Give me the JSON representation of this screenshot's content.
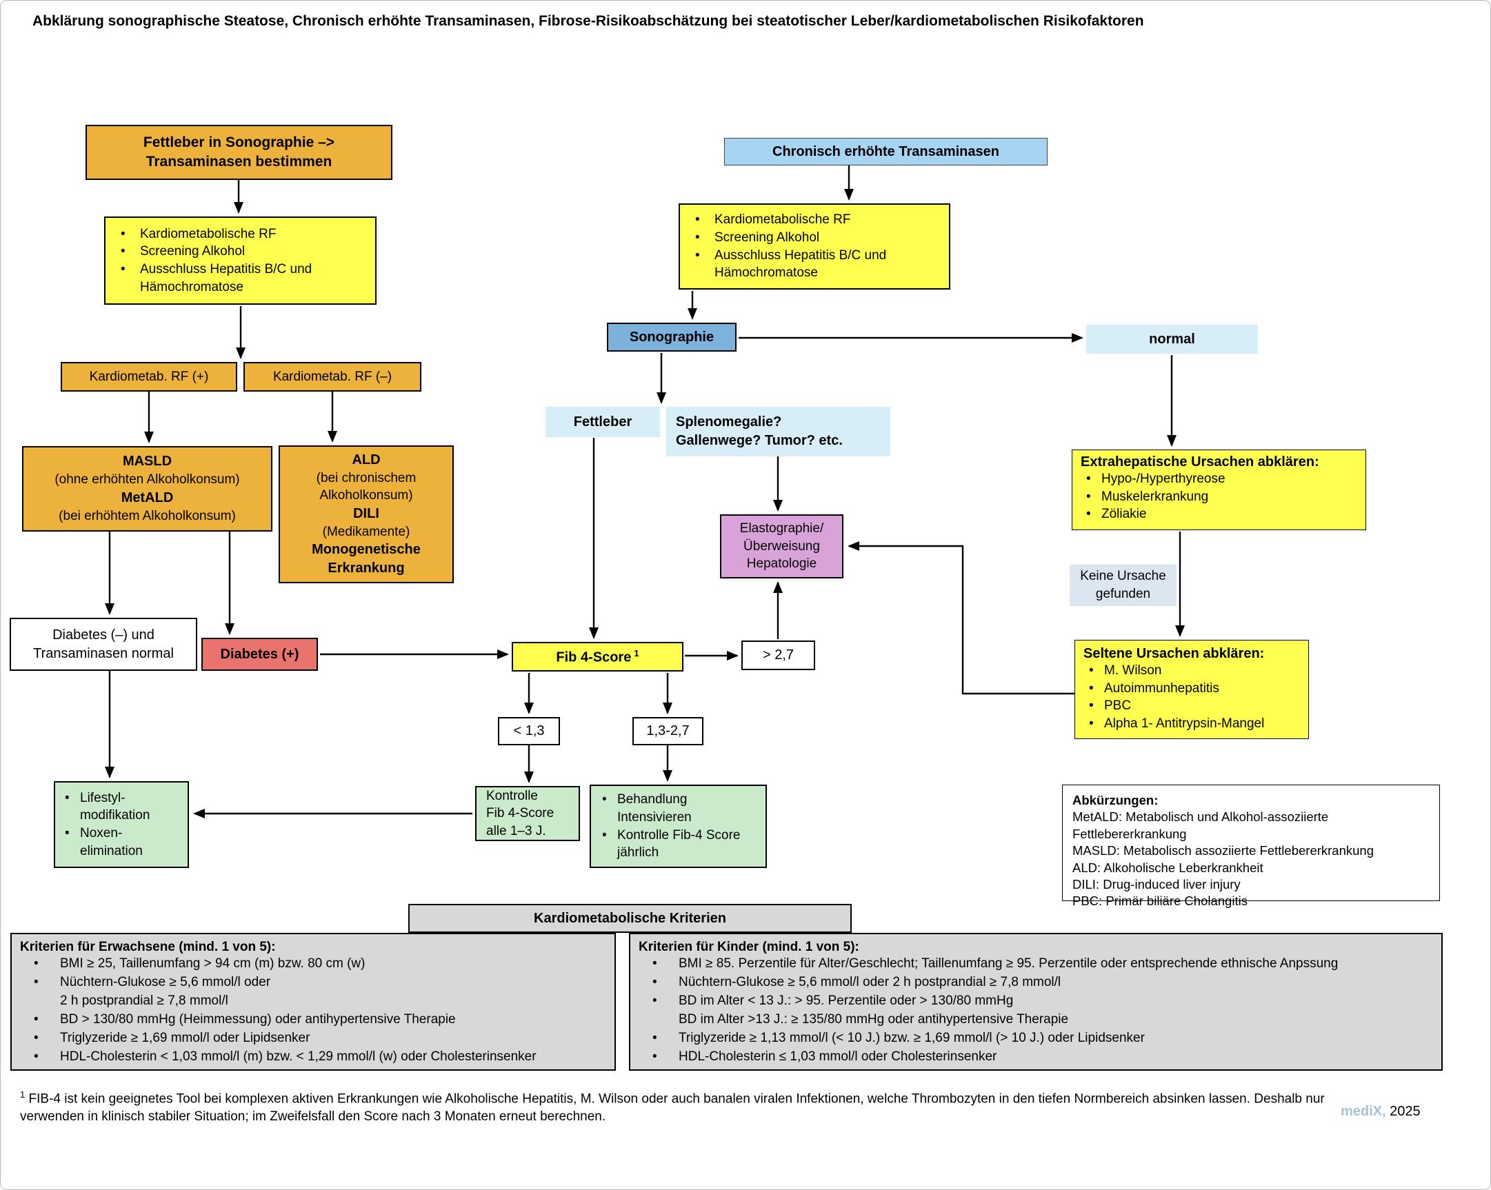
{
  "page": {
    "title": "Abklärung sonographische Steatose, Chronisch erhöhte Transaminasen, Fibrose-Risikoabschätzung bei steatotischer Leber/kardiometabolischen Risikofaktoren",
    "credit_brand": "mediX,",
    "credit_year": " 2025"
  },
  "colors": {
    "orange": "#EDB23C",
    "yellow": "#FFFF4F",
    "blue_header": "#A8D4F4",
    "blue_sono": "#7CB2DC",
    "blue_pale": "#D7EDF8",
    "blue_gray": "#DCE6F1",
    "red": "#E9746E",
    "plum": "#D9A3D9",
    "green": "#CBEACB",
    "gray": "#D8D8D8",
    "white": "#FFFFFF",
    "brand_blue": "#A5C3D3"
  },
  "nodes": {
    "fettleber_sono": {
      "line1": "Fettleber in Sonographie –>",
      "line2": "Transaminasen bestimmen"
    },
    "workup_left": {
      "bullets": [
        "Kardiometabolische RF",
        "Screening Alkohol",
        "Ausschluss Hepatitis B/C und Hämochromatose"
      ]
    },
    "rf_plus": {
      "label": "Kardiometab. RF (+)"
    },
    "rf_minus": {
      "label": "Kardiometab. RF (–)"
    },
    "masld": {
      "line1": "MASLD",
      "line2": "(ohne erhöhten Alkoholkonsum)",
      "line3": "MetALD",
      "line4": "(bei erhöhtem Alkoholkonsum)"
    },
    "ald": {
      "line1": "ALD",
      "line2": "(bei chronischem Alkoholkonsum)",
      "line3": "DILI",
      "line4": "(Medikamente)",
      "line5": "Monogenetische Erkrankung"
    },
    "diabetes_neg": {
      "line1": "Diabetes (–)  und",
      "line2": "Transaminasen normal"
    },
    "diabetes_pos": {
      "label": "Diabetes (+)"
    },
    "chronisch": {
      "label": "Chronisch erhöhte Transaminasen"
    },
    "workup_mid": {
      "bullets": [
        "Kardiometabolische RF",
        "Screening Alkohol",
        "Ausschluss Hepatitis B/C und Hämochromatose"
      ]
    },
    "sonographie": {
      "label": "Sonographie"
    },
    "normal": {
      "label": "normal"
    },
    "fettleber": {
      "label": "Fettleber"
    },
    "splenomegalie": {
      "line1": "Splenomegalie?",
      "line2": "Gallenwege? Tumor? etc."
    },
    "elastographie": {
      "line1": "Elastographie/",
      "line2": "Überweisung",
      "line3": "Hepatologie"
    },
    "fib4": {
      "label": "Fib 4-Score",
      "sup": "1"
    },
    "gt27": {
      "label": "> 2,7"
    },
    "lt13": {
      "label": "< 1,3"
    },
    "mid1327": {
      "label": "1,3-2,7"
    },
    "lifestyle": {
      "bullets": [
        "Lifestyl-modifikation",
        "Noxen-elimination"
      ]
    },
    "kontrolle": {
      "line1": "Kontrolle",
      "line2": "Fib 4-Score",
      "line3": "alle 1–3 J."
    },
    "behandlung": {
      "bullets": [
        "Behandlung Intensivieren",
        "Kontrolle Fib-4 Score jährlich"
      ]
    },
    "extrahepatisch": {
      "title": "Extrahepatische Ursachen abklären:",
      "bullets": [
        "Hypo-/Hyperthyreose",
        "Muskelerkrankung",
        "Zöliakie"
      ]
    },
    "keine_ursache": {
      "line1": "Keine Ursache",
      "line2": "gefunden"
    },
    "selten": {
      "title": "Seltene Ursachen abklären:",
      "bullets": [
        "M. Wilson",
        "Autoimmunhepatitis",
        "PBC",
        "Alpha 1- Antitrypsin-Mangel"
      ]
    },
    "abkuerzungen": {
      "title": "Abkürzungen:",
      "lines": [
        "MetALD: Metabolisch und Alkohol-assoziierte Fettlebererkrankung",
        "MASLD: Metabolisch assoziierte Fettlebererkrankung",
        "ALD: Alkoholische Leberkrankheit",
        "DILI: Drug-induced liver injury",
        "PBC: Primär biliäre Cholangitis"
      ]
    },
    "kriterien_header": {
      "label": "Kardiometabolische Kriterien"
    },
    "erwachsene": {
      "title": "Kriterien für Erwachsene (mind. 1 von 5):",
      "items": [
        "BMI ≥ 25,  Taillenumfang  > 94 cm  (m) bzw. 80 cm (w)",
        "Nüchtern-Glukose ≥ 5,6 mmol/l  oder",
        "2 h postprandial ≥ 7,8 mmol/l",
        "BD  > 130/80 mmHg (Heimmessung) oder antihypertensive Therapie",
        "Triglyzeride ≥ 1,69 mmol/l  oder Lipidsenker",
        "HDL-Cholesterin < 1,03 mmol/l (m) bzw.  < 1,29 mmol/l (w)  oder Cholesterinsenker"
      ]
    },
    "kinder": {
      "title": "Kriterien für Kinder  (mind. 1 von 5):",
      "items": [
        "BMI ≥ 85. Perzentile für Alter/Geschlecht; Taillenumfang ≥ 95. Perzentile oder entsprechende ethnische Anpssung",
        "Nüchtern-Glukose ≥ 5,6 mmol/l  oder 2 h postprandial ≥ 7,8 mmol/l",
        "BD  im Alter < 13 J.: > 95. Perzentile oder > 130/80 mmHg",
        "BD im Alter >13 J.: ≥ 135/80 mmHg oder antihypertensive Therapie",
        "Triglyzeride ≥ 1,13 mmol/l  (< 10 J.) bzw. ≥ 1,69 mmol/l (> 10 J.) oder Lipidsenker",
        "HDL-Cholesterin ≤ 1,03 mmol/l oder Cholesterinsenker"
      ]
    },
    "footnote": {
      "sup": "1",
      "line1": "FIB-4 ist kein geeignetes Tool bei komplexen aktiven Erkrankungen wie Alkoholische Hepatitis, M. Wilson oder auch banalen viralen Infektionen, welche Thrombozyten in den tiefen Normbereich absinken lassen. Deshalb nur",
      "line2": "verwenden in klinisch stabiler Situation; im Zweifelsfall den Score nach 3 Monaten erneut berechnen."
    }
  }
}
